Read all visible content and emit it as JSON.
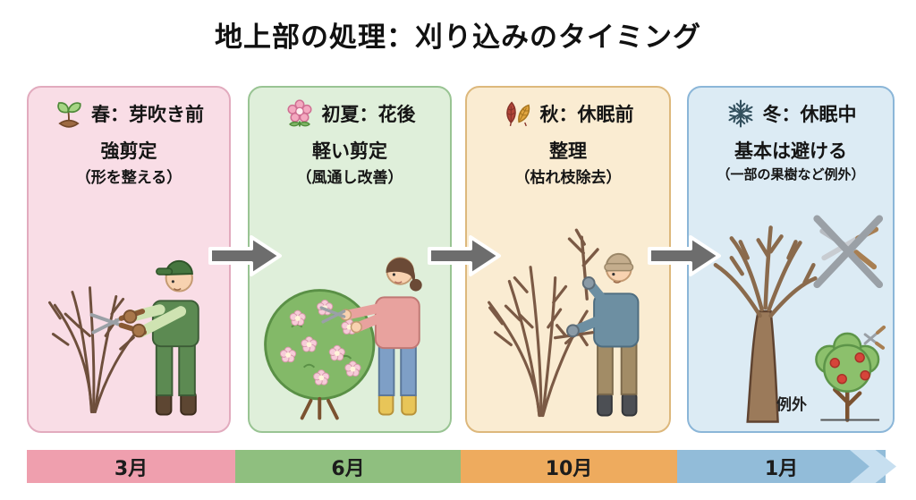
{
  "title": "地上部の処理：刈り込みのタイミング",
  "panels": [
    {
      "id": "spring",
      "icon": "seedling-icon",
      "season_label": "春：芽吹き前",
      "action": "強剪定",
      "note": "（形を整える）",
      "illustration": "man-pruning-bare-shrub",
      "bg": "#f9dde6",
      "border": "#e2abbe"
    },
    {
      "id": "early-summer",
      "icon": "flower-icon",
      "season_label": "初夏：花後",
      "action": "軽い剪定",
      "note": "（風通し改善）",
      "illustration": "woman-trimming-flowering-bush",
      "bg": "#dfefda",
      "border": "#99c493"
    },
    {
      "id": "autumn",
      "icon": "autumn-leaves-icon",
      "season_label": "秋：休眠前",
      "action": "整理",
      "note": "（枯れ枝除去）",
      "illustration": "person-removing-dead-branches",
      "bg": "#faecd2",
      "border": "#ddb87c"
    },
    {
      "id": "winter",
      "icon": "snowflake-icon",
      "season_label": "冬：休眠中",
      "action": "基本は避ける",
      "note": "（一部の果樹など例外）",
      "illustration": "bare-tree-no-pruning-fruit-tree-exception",
      "exception_label": "例外",
      "bg": "#dcebf4",
      "border": "#8bb6d8"
    }
  ],
  "timeline": {
    "segments": [
      {
        "label": "3月",
        "color": "#ef9fae"
      },
      {
        "label": "6月",
        "color": "#8fbf7f"
      },
      {
        "label": "10月",
        "color": "#eeab5e"
      },
      {
        "label": "1月",
        "color": "#92bcd9"
      }
    ],
    "tip_color": "#c7dff0"
  },
  "flow_arrow_color": "#6d6d6d"
}
